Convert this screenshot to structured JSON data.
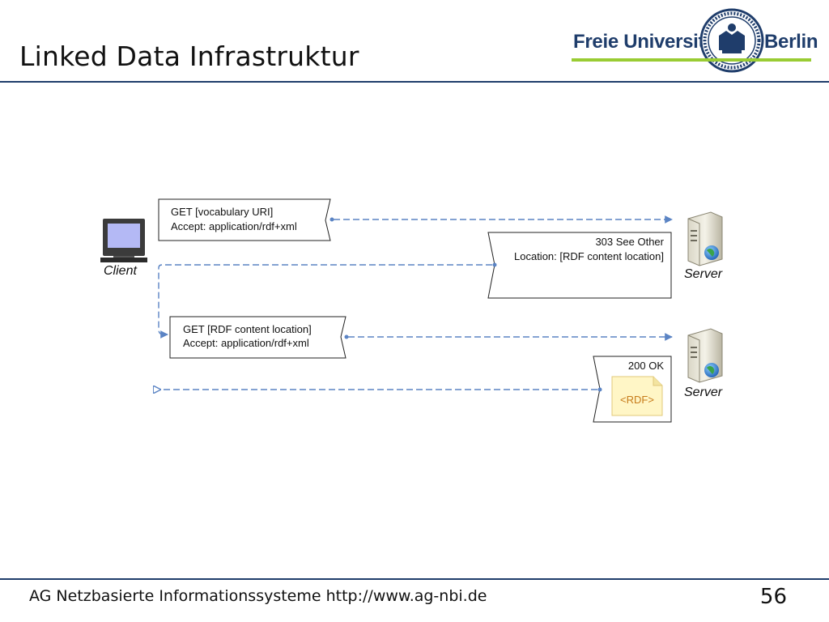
{
  "slide": {
    "title": "Linked Data Infrastruktur",
    "page_number": "56"
  },
  "logo": {
    "left_text": "Freie Universität",
    "right_text": "Berlin",
    "seal_text": "FREIE UNIVERSITÄT BERLIN · VERITAS · IUSTITIA · LIBERTAS",
    "accent_color": "#99cc33",
    "brand_color": "#1f3d6b"
  },
  "footer": {
    "text": "AG Netzbasierte Informationssysteme http://www.ag-nbi.de"
  },
  "diagram": {
    "client_label": "Client",
    "servers": [
      {
        "label": "Server"
      },
      {
        "label": "Server"
      }
    ],
    "messages": [
      {
        "line1": "GET [vocabulary URI]",
        "line2": "Accept: application/rdf+xml"
      },
      {
        "line1": "303 See Other",
        "line2": "Location: [RDF content location]"
      },
      {
        "line1": "GET [RDF content location]",
        "line2": "Accept: application/rdf+xml"
      },
      {
        "line1": "200 OK",
        "doc_label": "<RDF>"
      }
    ],
    "arrow_color": "#5b84c4"
  }
}
